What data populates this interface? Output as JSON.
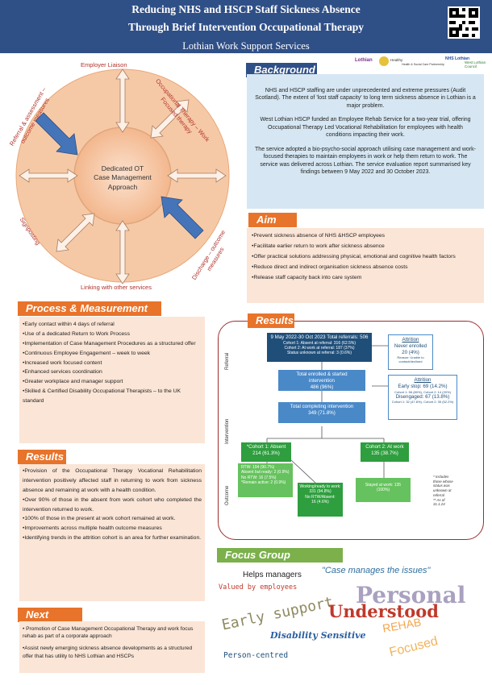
{
  "header": {
    "title_line1": "Reducing NHS and HSCP Staff Sickness Absence",
    "title_line2": "Through Brief Intervention Occupational Therapy",
    "subtitle": "Lothian Work Support Services"
  },
  "diagram": {
    "center": [
      "Dedicated OT",
      "Case Management",
      "Approach"
    ],
    "employer": "Employer Liaison",
    "ot_work": [
      "Occupational Therapy – Work",
      "Focused therapy"
    ],
    "referral": [
      "Referral & assessment –",
      "outcome measures"
    ],
    "signposting": "Signposting",
    "discharge": [
      "Discharge – outcome",
      "measures"
    ],
    "linking": "Linking with other services"
  },
  "background": {
    "heading": "Background",
    "logos": [
      "Lothian",
      "Healthy",
      "Health & Social Care Partnership",
      "NHS Lothian",
      "West Lothian Council"
    ],
    "paragraphs": [
      "NHS and HSCP staffing are under unprecedented and extreme pressures (Audit Scotland). The extent of 'lost staff capacity' to long term sickness absence in Lothian is a major problem.",
      "West Lothian HSCP funded an Employee Rehab Service for a two-year trial, offering Occupational Therapy Led Vocational Rehabilitation for employees with health conditions impacting their work.",
      "The service adopted a bio-psycho-social approach utilising case management and work-focused therapies to maintain employees in work or help them return to work. The service was delivered across Lothian. The service evaluation report summarised key findings between 9 May 2022 and 30 October 2023."
    ]
  },
  "aim": {
    "heading": "Aim",
    "items": [
      "•Prevent sickness absence of NHS &HSCP employees",
      "•Facilitate earlier return to work after sickness absence",
      "•Offer practical solutions addressing physical, emotional and cognitive health factors",
      "•Reduce direct and indirect organisation sickness absence costs",
      "•Release staff capacity back into care system"
    ]
  },
  "process": {
    "heading": "Process & Measurement",
    "items": [
      "•Early contact within 4 days of referral",
      "•Use of a dedicated Return to Work Process",
      "•Implementation of Case Management Procedures as a structured offer",
      "•Continuous Employee Engagement – week to week",
      "•Increased work focused content",
      "•Enhanced services coordination",
      "•Greater workplace and manager support",
      "•Skilled & Certified Disability Occupational Therapists – to the UK standard"
    ]
  },
  "results_left": {
    "heading": "Results",
    "items": [
      "•Provision of the Occupational Therapy Vocational Rehabilitation intervention positively affected staff in returning to work from sickness absence and remaining at work with a health condition.",
      "•Over 90% of those in the absent from work cohort who completed the intervention returned to work.",
      "•100% of those in the present at work cohort remained at work.",
      "•Improvements across multiple health outcome measures",
      "•Identifying trends in the attrition cohort is an area for further examination."
    ]
  },
  "next_steps": {
    "heading": "Next Steps",
    "items": [
      "• Promotion of Case Management Occupational Therapy and work focus rehab as part of a corporate approach",
      "•Assist newly emerging sickness absence developments as a structured offer that has utility to NHS Lothian and HSCPs"
    ]
  },
  "results_chart": {
    "heading": "Results",
    "stages": [
      "Referral",
      "Intervention",
      "Outcome"
    ],
    "referrals": {
      "title": "9 May 2022-30 Oct 2023 Total referrals: 506",
      "c1": "Cohort 1: Absent at referral: 316 (62.5%)",
      "c2": "Cohort 2: At work at referral: 187 (37%)",
      "unknown": "Status unknown at referral: 3 (0.6%)"
    },
    "attrition1": {
      "title": "Attrition",
      "l1": "Never enrolled",
      "l2": "20 (4%)",
      "l3": "Reason: Unable to contact/declined"
    },
    "enrolled": {
      "l1": "Total enrolled & started",
      "l2": "intervention",
      "l3": "486 (96%)"
    },
    "attrition2": {
      "title": "Attrition",
      "early": "Early stop: 69 (14.2%)",
      "early_detail": "Cohort 1: 56 (80%), Cohort 2: 14 (20%)",
      "disengaged": "Disengaged: 67 (13.8%)",
      "dis_detail": "Cohort 1: 32 (47.8%), Cohort 2: 35 (52.2%)"
    },
    "completing": {
      "l1": "Total completing intervention",
      "l2": "349 (71.8%)"
    },
    "cohort1": {
      "l1": "*Cohort 1: Absent",
      "l2": "214 (61.3%)"
    },
    "cohort2": {
      "l1": "Cohort 2: At work",
      "l2": "135 (38.7%)"
    },
    "rtw": [
      "RTW: 194 (90.7%)",
      "Absent but ready: 2 (0.9%)",
      "No RTW: 16 (7.5%)",
      "*Remain active: 2 (0.9%)"
    ],
    "working": [
      "Working/ready to work:",
      "331 (94.8%)",
      "No RTW/Absent:",
      "16 (4.6%)"
    ],
    "stayed": [
      "Stayed at work: 135",
      "(100%)"
    ],
    "note": [
      "* Includes",
      "those whose",
      "status was",
      "unknown at",
      "referral",
      "** As of",
      "31.1.24"
    ],
    "colors": {
      "dark": "#1f4e79",
      "mid": "#4a89c8",
      "green": "#2e9e3e",
      "light_green": "#66c25e",
      "frame": "#9a2f2f"
    }
  },
  "focus_group": {
    "heading": "Focus Group Feedback",
    "words": {
      "helps": "Helps managers",
      "case": "\"Case manages the issues\"",
      "valued": "Valued by employees",
      "personal": "Personal",
      "early": "Early support",
      "understood": "Understood",
      "rehab": "REHAB",
      "disability": "Disability Sensitive",
      "person": "Person-centred",
      "focused": "Focused"
    }
  },
  "colors": {
    "navy": "#2f4f87",
    "orange": "#e8732a",
    "peach": "#fbe5d6",
    "lightblue": "#d6e7f3",
    "green": "#7bb04b"
  }
}
